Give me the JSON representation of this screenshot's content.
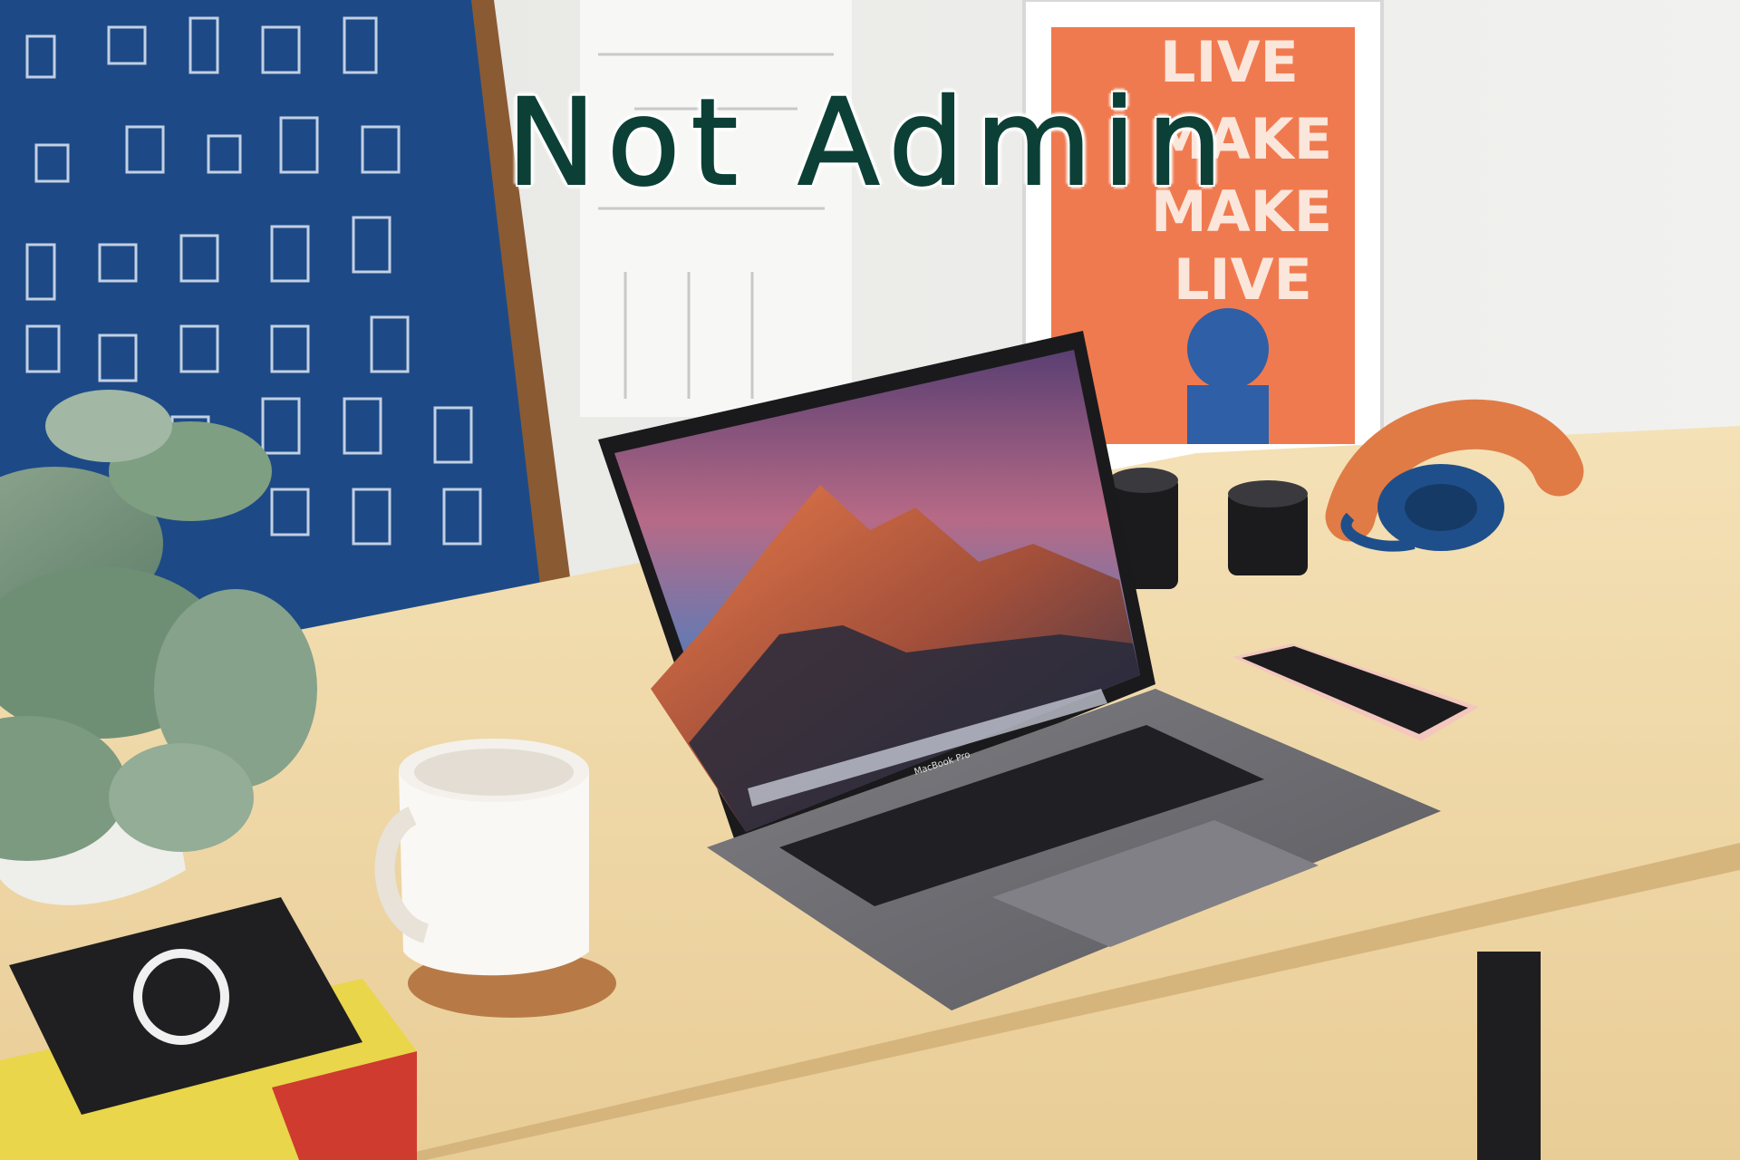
{
  "overlay": {
    "headline": "Not Admin"
  },
  "laptop": {
    "model_label": "MacBook Pro"
  },
  "poster_right": {
    "lines": [
      "LIVE",
      "MAKE",
      "MAKE",
      "LIVE"
    ]
  },
  "colors": {
    "headline_fill": "#0c4036",
    "headline_outline": "#ffffff",
    "wall": "#eeeeec",
    "desk": "#f0d9ab",
    "poster_blue": "#1d4a86",
    "poster_orange": "#f07a4f",
    "frame_wood": "#8a5a33",
    "laptop_body": "#6f6f73",
    "headphone_blue": "#1f4f8a",
    "headphone_orange": "#e07b46",
    "phone_rose": "#f3c7bd"
  },
  "icons": [
    "laptop-icon",
    "smartphone-icon",
    "headphones-icon",
    "mug-icon",
    "plant-icon",
    "camera-lens-icon",
    "book-icon"
  ]
}
